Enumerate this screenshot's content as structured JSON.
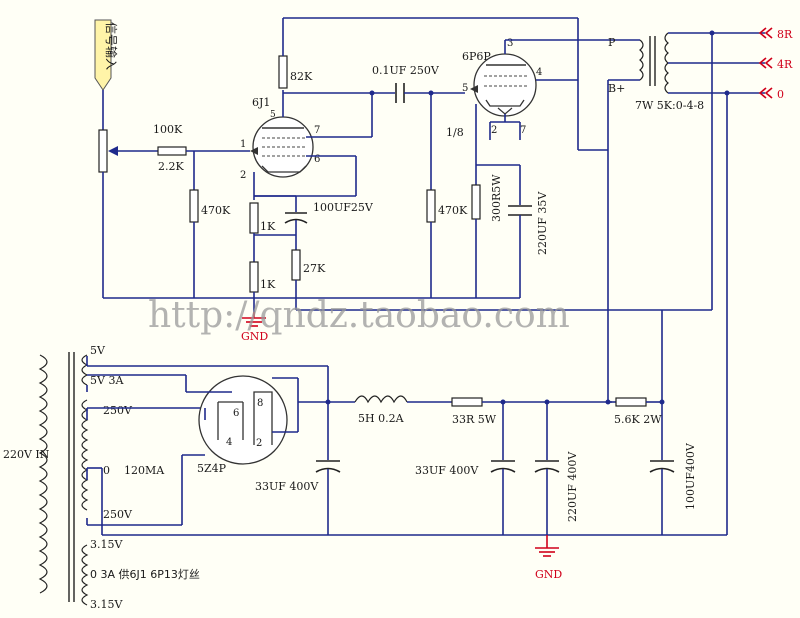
{
  "labels": {
    "input_label": "信号输入",
    "r_volume": "100K",
    "r_grid_stop": "2.2K",
    "r_470k_1": "470K",
    "r_82k": "82K",
    "tube1": "6J1",
    "pin5_t1": "5",
    "pin7_t1": "7",
    "pin1_t1": "1",
    "pin6_t1": "6",
    "pin2_t1": "2",
    "r_1k_a": "1K",
    "r_1k_b": "1K",
    "c_100uf": "100UF25V",
    "r_27k": "27K",
    "gnd_top": "GND",
    "c_coupling": "0.1UF 250V",
    "r_470k_2": "470K",
    "tube2": "6P6P",
    "pin3_t2": "3",
    "pin4_t2": "4",
    "pin5_t2": "5",
    "pin2_t2": "2",
    "pin7_t2": "7",
    "ratio": "1/8",
    "r_300r": "300R5W",
    "c_220uf_35v": "220UF 35V",
    "ot_p": "P",
    "ot_bplus": "B+",
    "ot_spec": "7W 5K:0-4-8",
    "out_8r": "8R",
    "out_4r": "4R",
    "out_0": "0",
    "watermark": "http://qndz.taobao.com",
    "pt_5v_a": "5V",
    "pt_5v3a": "5V 3A",
    "pt_250v_a": "250V",
    "pt_0": "0",
    "pt_120ma": "120MA",
    "pt_250v_b": "250V",
    "pt_in": "220V IN",
    "pt_315_a": "3.15V",
    "pt_heater": "0  3A 供6J1 6P13灯丝",
    "pt_315_b": "3.15V",
    "rect_tube": "5Z4P",
    "rect_pin6": "6",
    "rect_pin8": "8",
    "rect_pin4": "4",
    "rect_pin2": "2",
    "c_33uf_a": "33UF 400V",
    "choke": "5H 0.2A",
    "r_33r": "33R 5W",
    "c_33uf_b": "33UF 400V",
    "c_220uf_400v": "220UF 400V",
    "r_5k6": "5.6K 2W",
    "c_100uf_400v": "100UF400V",
    "gnd_bottom": "GND"
  },
  "colors": {
    "wire": "#1f2a8c",
    "ground": "#d0001a",
    "background": "#fffff6"
  }
}
